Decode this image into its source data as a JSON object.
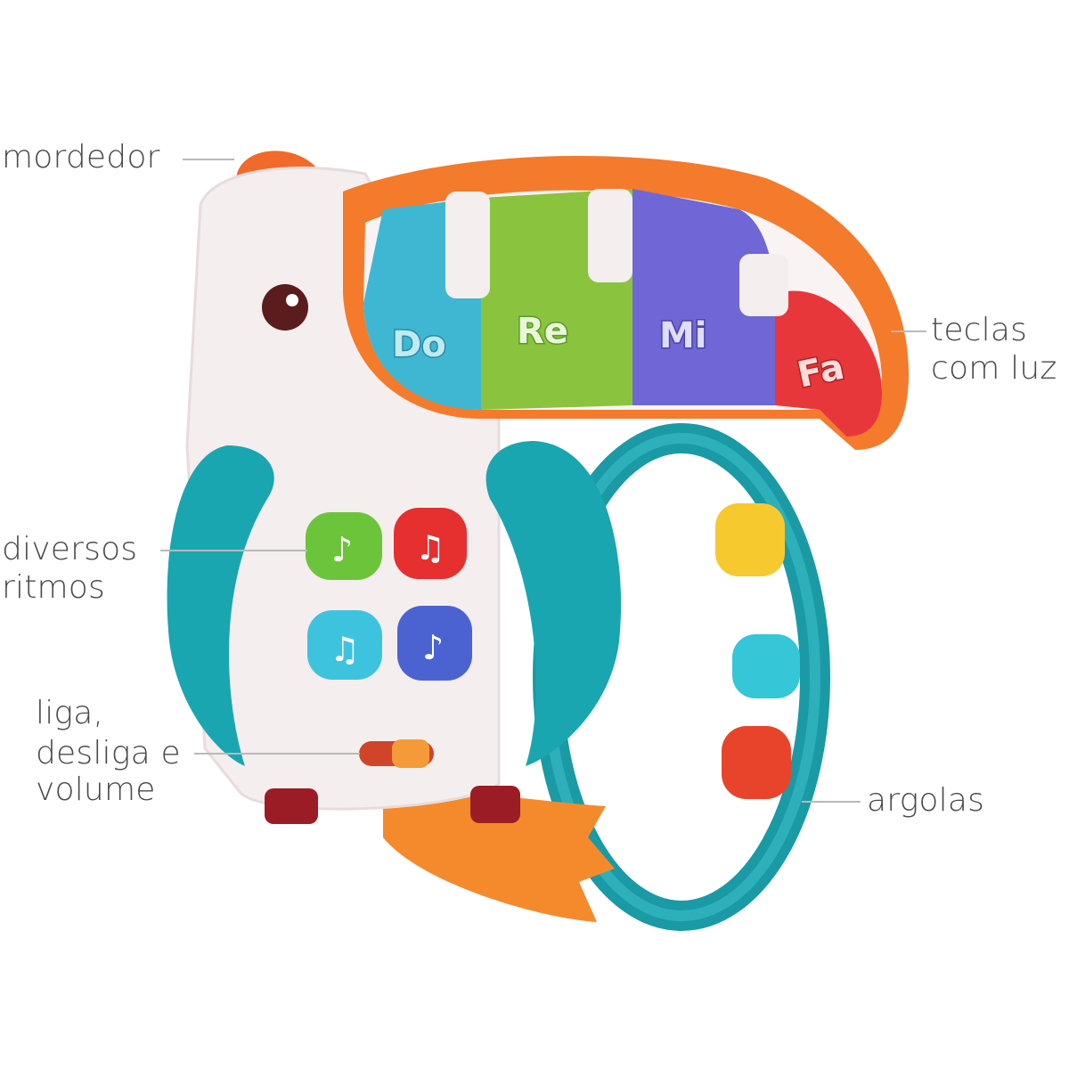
{
  "labels": {
    "teether": "mordedor",
    "light_keys_1": "teclas",
    "light_keys_2": "com luz",
    "rhythms_1": "diversos",
    "rhythms_2": "ritmos",
    "switch_1": "liga,",
    "switch_2": "desliga e",
    "switch_3": "volume",
    "rings": "argolas"
  },
  "keys": [
    "Do",
    "Re",
    "Mi",
    "Fa"
  ],
  "colors": {
    "orange": "#f47a2c",
    "teal": "#1aa6b0",
    "body": "#f4eeee",
    "key_do": "#3fb7d3",
    "key_re": "#8ac43f",
    "key_mi": "#6f67d6",
    "key_fa": "#e8373a",
    "bead_yellow": "#f6c92f",
    "bead_cyan": "#35c6d8",
    "bead_red": "#e8442c"
  }
}
